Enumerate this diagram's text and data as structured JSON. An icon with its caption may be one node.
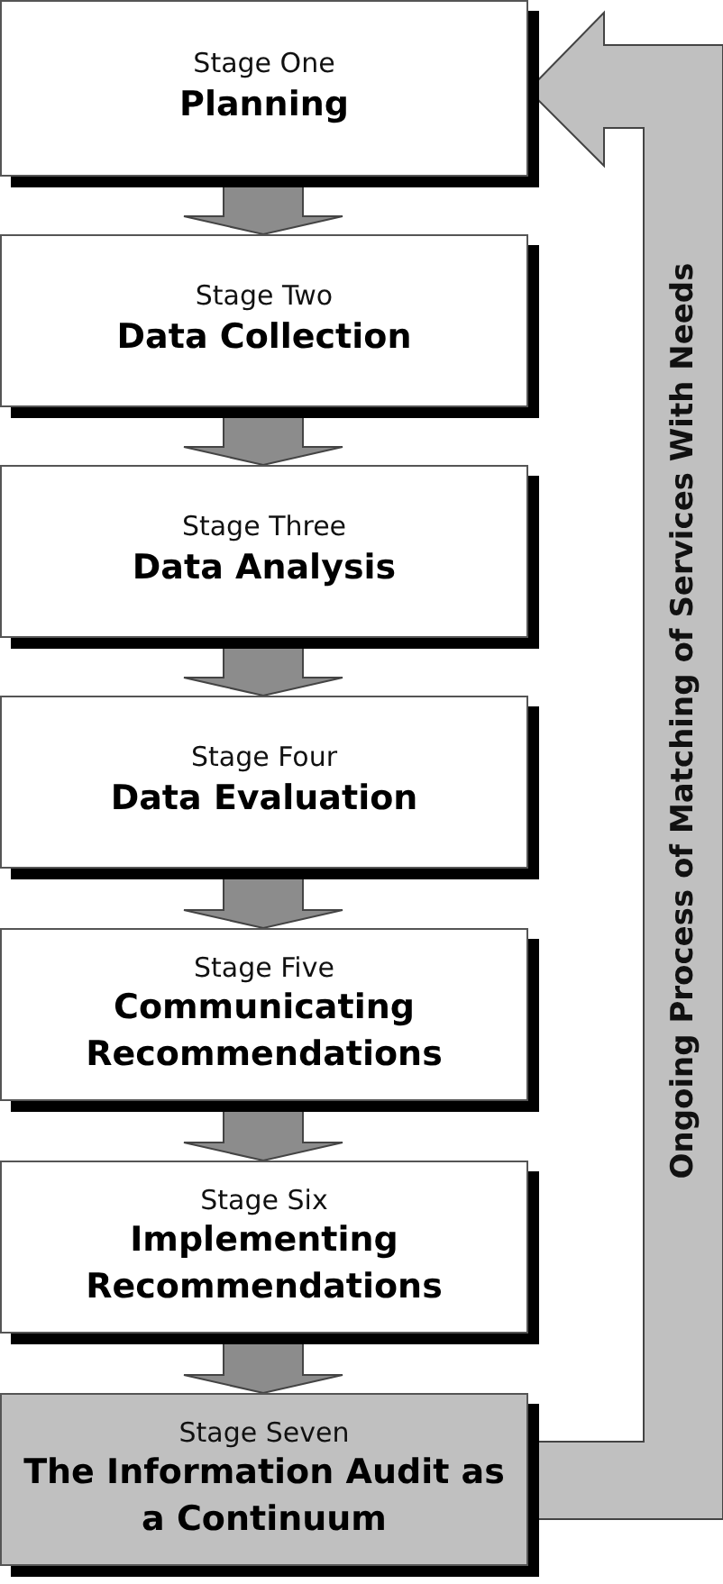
{
  "diagram": {
    "nodes": [
      {
        "text": [
          "Stage One",
          "Planning"
        ]
      },
      {
        "text": [
          "Stage Two",
          "Data Collection"
        ]
      },
      {
        "text": [
          "Stage Three",
          "Data Analysis"
        ]
      },
      {
        "text": [
          "Stage Four",
          "Data Evaluation"
        ]
      },
      {
        "text": [
          "Stage Five",
          "Communicating Recommendations"
        ]
      },
      {
        "text": [
          "Stage Six",
          "Implementing Recommendations"
        ]
      },
      {
        "text": [
          "Stage Seven",
          "The Information Audit as a Continuum"
        ]
      }
    ],
    "edges": [
      {
        "from": 0,
        "to": 1,
        "arrow": "to"
      },
      {
        "from": 1,
        "to": 2,
        "arrow": "to"
      },
      {
        "from": 2,
        "to": 3,
        "arrow": "to"
      },
      {
        "from": 3,
        "to": 4,
        "arrow": "to"
      },
      {
        "from": 4,
        "to": 5,
        "arrow": "to"
      },
      {
        "from": 5,
        "to": 6,
        "arrow": "to"
      },
      {
        "from": 6,
        "to": 0,
        "arrow": "to",
        "label": "Ongoing Process of Matching of Services With Needs",
        "color": "#c0c0c0"
      }
    ]
  }
}
